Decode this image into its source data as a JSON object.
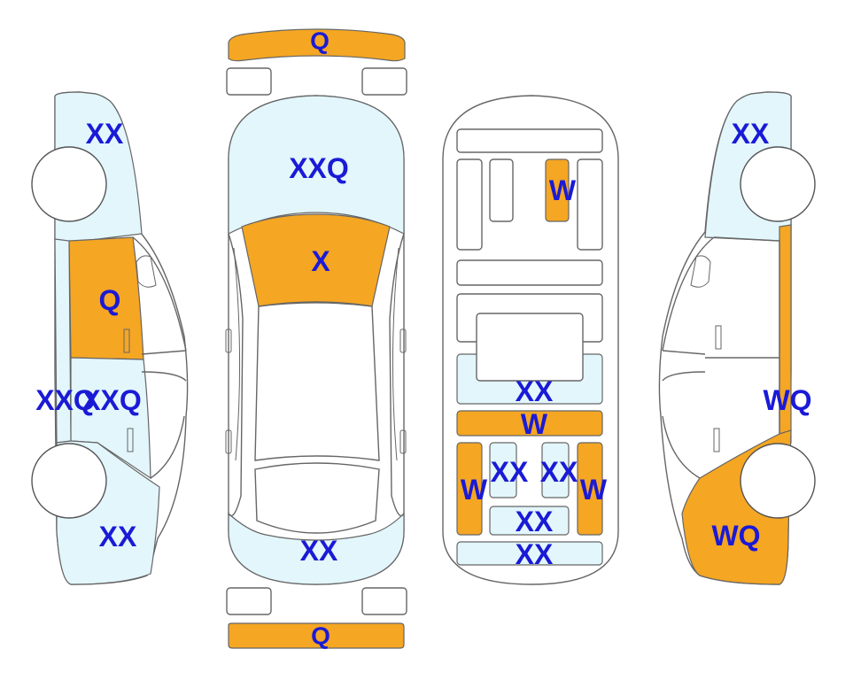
{
  "colors": {
    "damage": "#f5a623",
    "light": "#e2f6fc",
    "label": "#1a1ad6",
    "outline": "#666666"
  },
  "labels": {
    "front_bumper": "Q",
    "hood": "XXQ",
    "windshield": "X",
    "roof_rear": "XX",
    "rear_bumper": "Q",
    "left_front_fender": "XX",
    "left_front_door": "Q",
    "left_sill": "XXQ",
    "left_rear_door": "XXQ",
    "left_rear_quarter": "XX",
    "floor_front_member": "W",
    "floor_center": "XX",
    "floor_crossmember": "W",
    "floor_left_rail": "W",
    "floor_left_pan": "XX",
    "floor_right_pan": "XX",
    "floor_right_rail": "W",
    "floor_rear_center": "XX",
    "floor_rear": "XX",
    "right_front_fender": "XX",
    "right_sill": "WQ",
    "right_rear_quarter": "WQ"
  }
}
